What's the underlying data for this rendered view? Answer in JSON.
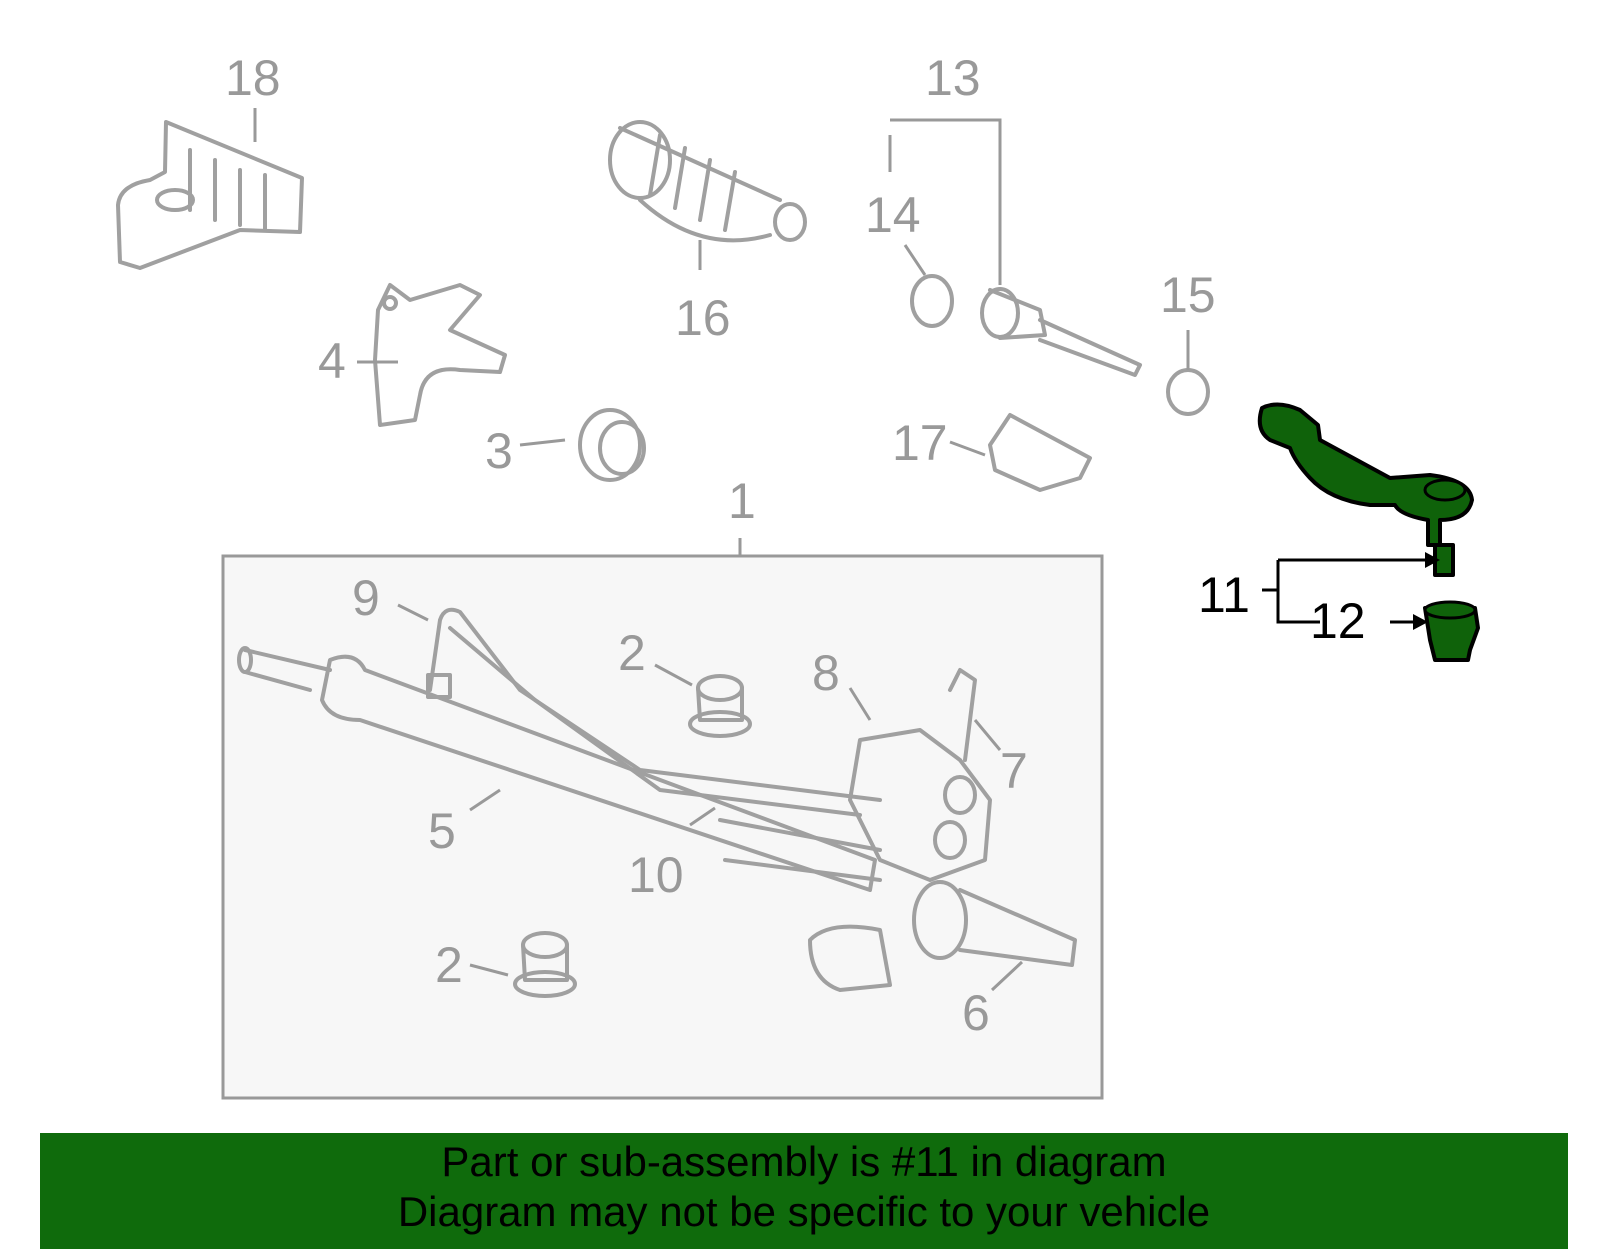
{
  "diagram": {
    "highlight_color": "#0f620a",
    "callouts": [
      "18",
      "13",
      "14",
      "16",
      "4",
      "15",
      "3",
      "17",
      "1",
      "11",
      "12",
      "9",
      "2",
      "8",
      "7",
      "5",
      "10",
      "2",
      "6"
    ],
    "highlighted_part": "11"
  },
  "banner": {
    "line1": "Part or sub-assembly is #11 in diagram",
    "line2": "Diagram may not be specific to your vehicle",
    "color": "#0f6b0c"
  }
}
